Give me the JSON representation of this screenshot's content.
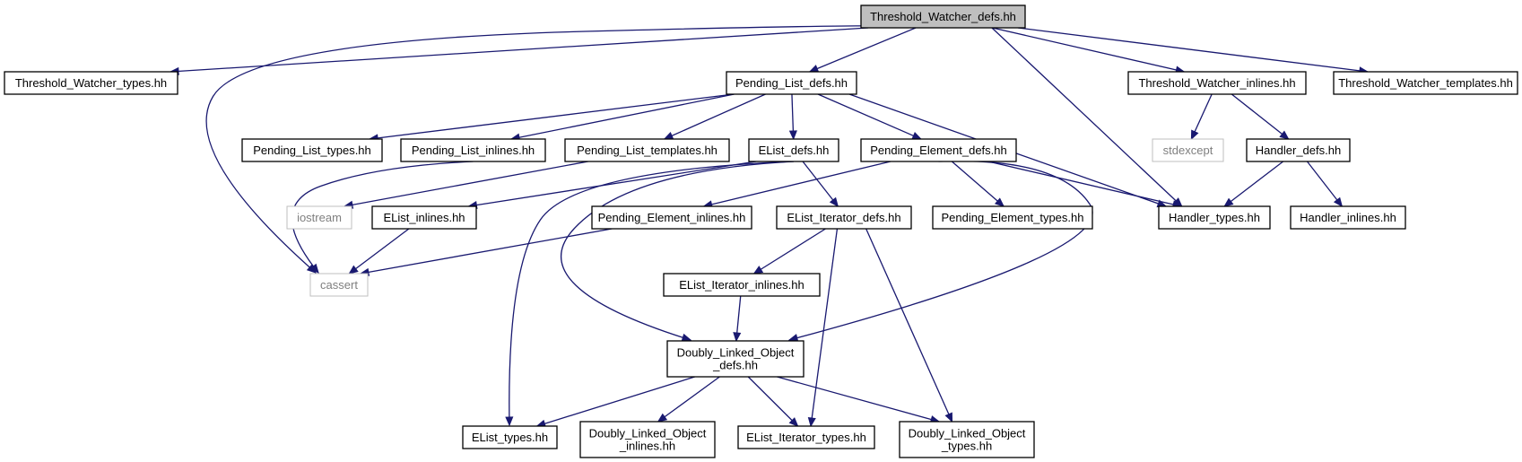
{
  "diagram": {
    "edge_color": "#191970",
    "root_fill": "#bfbfbf",
    "system_header_border": "#bfbfbf",
    "nodes": [
      {
        "id": "root",
        "lines": [
          "Threshold_Watcher_defs.hh"
        ],
        "kind": "root"
      },
      {
        "id": "tw_types",
        "lines": [
          "Threshold_Watcher_types.hh"
        ],
        "kind": "file"
      },
      {
        "id": "pl_defs",
        "lines": [
          "Pending_List_defs.hh"
        ],
        "kind": "file"
      },
      {
        "id": "tw_inlines",
        "lines": [
          "Threshold_Watcher_inlines.hh"
        ],
        "kind": "file"
      },
      {
        "id": "tw_templates",
        "lines": [
          "Threshold_Watcher_templates.hh"
        ],
        "kind": "file"
      },
      {
        "id": "pl_types",
        "lines": [
          "Pending_List_types.hh"
        ],
        "kind": "file"
      },
      {
        "id": "pl_inlines",
        "lines": [
          "Pending_List_inlines.hh"
        ],
        "kind": "file"
      },
      {
        "id": "pl_templates",
        "lines": [
          "Pending_List_templates.hh"
        ],
        "kind": "file"
      },
      {
        "id": "el_defs",
        "lines": [
          "EList_defs.hh"
        ],
        "kind": "file"
      },
      {
        "id": "pe_defs",
        "lines": [
          "Pending_Element_defs.hh"
        ],
        "kind": "file"
      },
      {
        "id": "stdexcept",
        "lines": [
          "stdexcept"
        ],
        "kind": "system"
      },
      {
        "id": "h_defs",
        "lines": [
          "Handler_defs.hh"
        ],
        "kind": "file"
      },
      {
        "id": "iostream",
        "lines": [
          "iostream"
        ],
        "kind": "system"
      },
      {
        "id": "el_inlines",
        "lines": [
          "EList_inlines.hh"
        ],
        "kind": "file"
      },
      {
        "id": "pe_inlines",
        "lines": [
          "Pending_Element_inlines.hh"
        ],
        "kind": "file"
      },
      {
        "id": "eli_defs",
        "lines": [
          "EList_Iterator_defs.hh"
        ],
        "kind": "file"
      },
      {
        "id": "pe_types",
        "lines": [
          "Pending_Element_types.hh"
        ],
        "kind": "file"
      },
      {
        "id": "h_types",
        "lines": [
          "Handler_types.hh"
        ],
        "kind": "file"
      },
      {
        "id": "h_inlines",
        "lines": [
          "Handler_inlines.hh"
        ],
        "kind": "file"
      },
      {
        "id": "cassert",
        "lines": [
          "cassert"
        ],
        "kind": "system"
      },
      {
        "id": "eli_inlines",
        "lines": [
          "EList_Iterator_inlines.hh"
        ],
        "kind": "file"
      },
      {
        "id": "dlo_defs",
        "lines": [
          "Doubly_Linked_Object",
          "_defs.hh"
        ],
        "kind": "file"
      },
      {
        "id": "el_types",
        "lines": [
          "EList_types.hh"
        ],
        "kind": "file"
      },
      {
        "id": "dlo_inlines",
        "lines": [
          "Doubly_Linked_Object",
          "_inlines.hh"
        ],
        "kind": "file"
      },
      {
        "id": "eli_types",
        "lines": [
          "EList_Iterator_types.hh"
        ],
        "kind": "file"
      },
      {
        "id": "dlo_types",
        "lines": [
          "Doubly_Linked_Object",
          "_types.hh"
        ],
        "kind": "file"
      }
    ],
    "edges": [
      [
        "root",
        "tw_types"
      ],
      [
        "root",
        "cassert"
      ],
      [
        "root",
        "pl_defs"
      ],
      [
        "root",
        "h_types"
      ],
      [
        "root",
        "tw_inlines"
      ],
      [
        "root",
        "tw_templates"
      ],
      [
        "pl_defs",
        "pl_types"
      ],
      [
        "pl_defs",
        "pl_inlines"
      ],
      [
        "pl_defs",
        "pl_templates"
      ],
      [
        "pl_defs",
        "el_defs"
      ],
      [
        "pl_defs",
        "pe_defs"
      ],
      [
        "pl_defs",
        "h_types"
      ],
      [
        "tw_inlines",
        "stdexcept"
      ],
      [
        "tw_inlines",
        "h_defs"
      ],
      [
        "pl_inlines",
        "cassert"
      ],
      [
        "pl_templates",
        "iostream"
      ],
      [
        "el_defs",
        "el_inlines"
      ],
      [
        "el_defs",
        "el_types"
      ],
      [
        "el_defs",
        "dlo_defs"
      ],
      [
        "el_defs",
        "eli_defs"
      ],
      [
        "pe_defs",
        "pe_inlines"
      ],
      [
        "pe_defs",
        "pe_types"
      ],
      [
        "pe_defs",
        "h_types"
      ],
      [
        "pe_defs",
        "dlo_defs"
      ],
      [
        "h_defs",
        "h_types"
      ],
      [
        "h_defs",
        "h_inlines"
      ],
      [
        "el_inlines",
        "cassert"
      ],
      [
        "pe_inlines",
        "cassert"
      ],
      [
        "eli_defs",
        "eli_inlines"
      ],
      [
        "eli_defs",
        "eli_types"
      ],
      [
        "eli_defs",
        "dlo_types"
      ],
      [
        "eli_inlines",
        "dlo_defs"
      ],
      [
        "dlo_defs",
        "el_types"
      ],
      [
        "dlo_defs",
        "dlo_inlines"
      ],
      [
        "dlo_defs",
        "eli_types"
      ],
      [
        "dlo_defs",
        "dlo_types"
      ]
    ]
  }
}
